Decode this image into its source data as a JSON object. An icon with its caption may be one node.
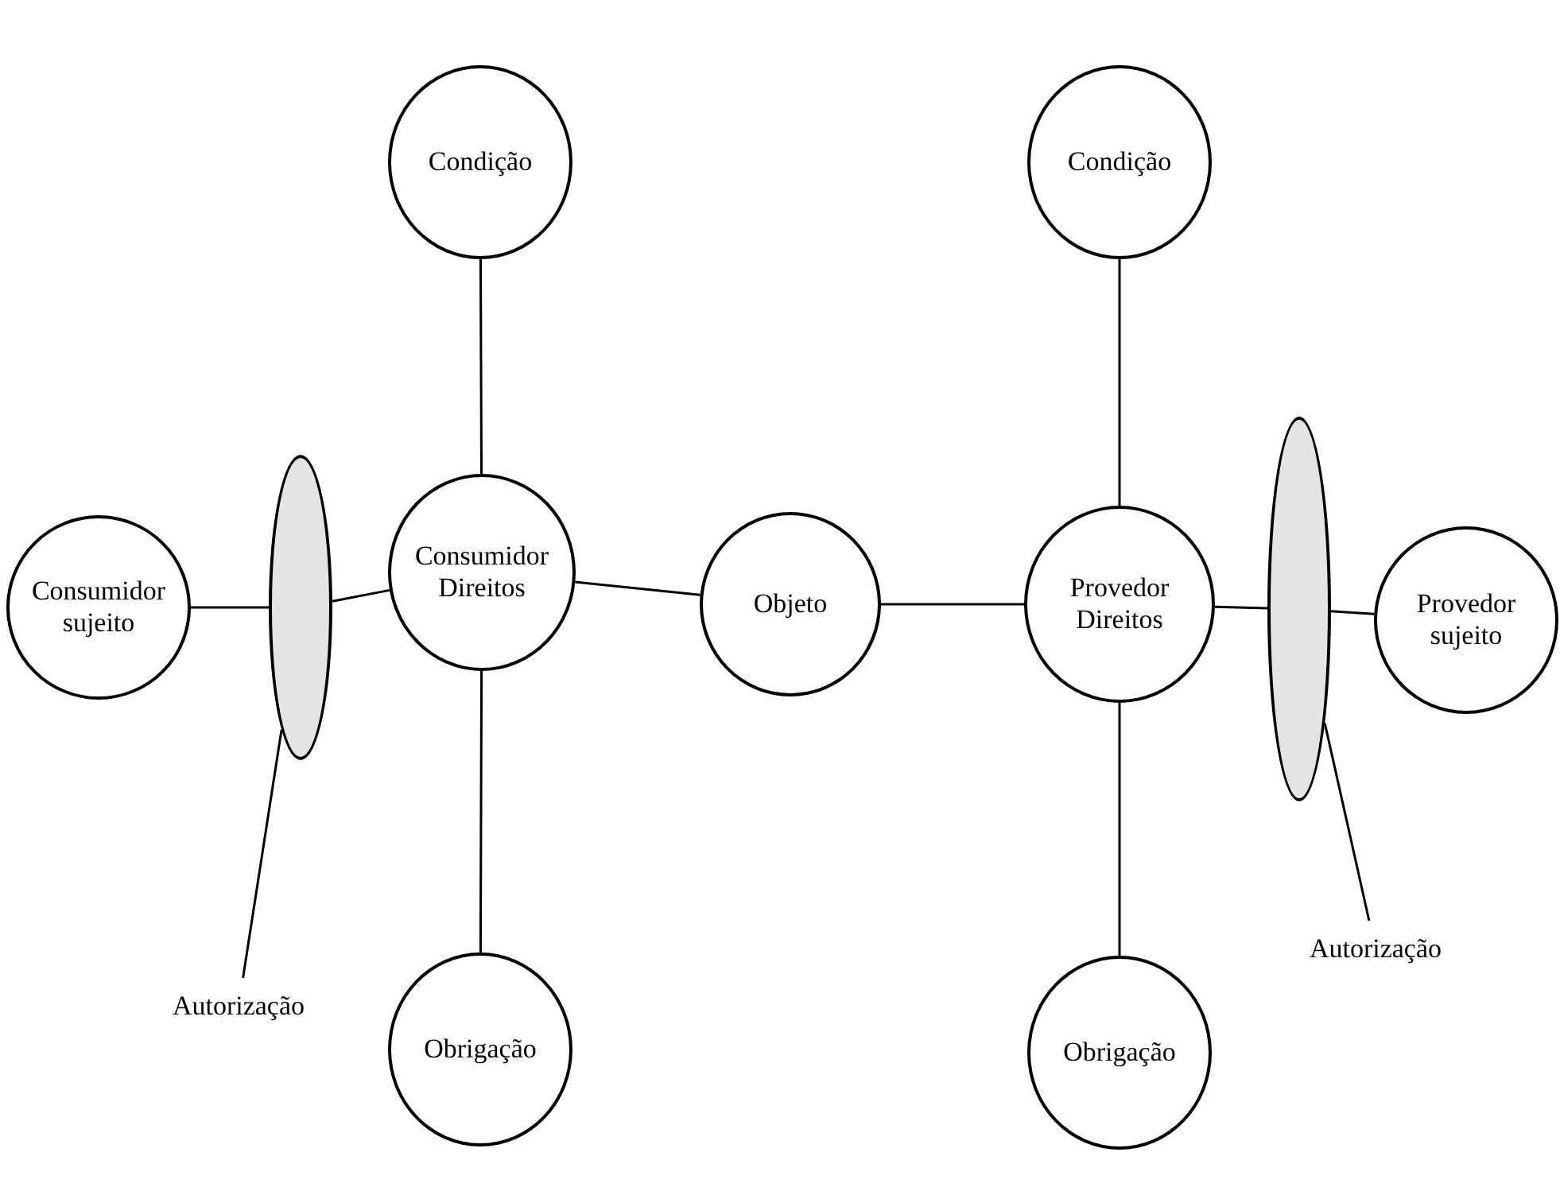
{
  "diagram": {
    "nodes": [
      {
        "text": [
          "Condição"
        ]
      },
      {
        "text": [
          "Condição"
        ]
      },
      {
        "text": [
          "Consumidor sujeito"
        ]
      },
      {
        "text": [],
        "shape": "ellipse"
      },
      {
        "text": [
          "Consumidor Direitos"
        ]
      },
      {
        "text": [
          "Objeto"
        ]
      },
      {
        "text": [
          "Provedor Direitos"
        ]
      },
      {
        "text": [],
        "shape": "ellipse"
      },
      {
        "text": [
          "Provedor sujeito"
        ]
      },
      {
        "text": [
          "Autorização"
        ]
      },
      {
        "text": [
          "Obrigação"
        ]
      },
      {
        "text": [
          "Obrigação"
        ]
      },
      {
        "text": [
          "Autorização"
        ]
      }
    ],
    "edges": [
      {
        "from": 2,
        "to": 3,
        "arrow": "none"
      },
      {
        "from": 3,
        "to": 4,
        "arrow": "none"
      },
      {
        "from": 0,
        "to": 4,
        "arrow": "none"
      },
      {
        "from": 4,
        "to": 10,
        "arrow": "none"
      },
      {
        "from": 4,
        "to": 5,
        "arrow": "none"
      },
      {
        "from": 5,
        "to": 6,
        "arrow": "none"
      },
      {
        "from": 1,
        "to": 6,
        "arrow": "none"
      },
      {
        "from": 6,
        "to": 11,
        "arrow": "none"
      },
      {
        "from": 6,
        "to": 7,
        "arrow": "none"
      },
      {
        "from": 7,
        "to": 8,
        "arrow": "none"
      },
      {
        "from": 9,
        "to": 3,
        "arrow": "none"
      },
      {
        "from": 12,
        "to": 7,
        "arrow": "none"
      }
    ]
  }
}
